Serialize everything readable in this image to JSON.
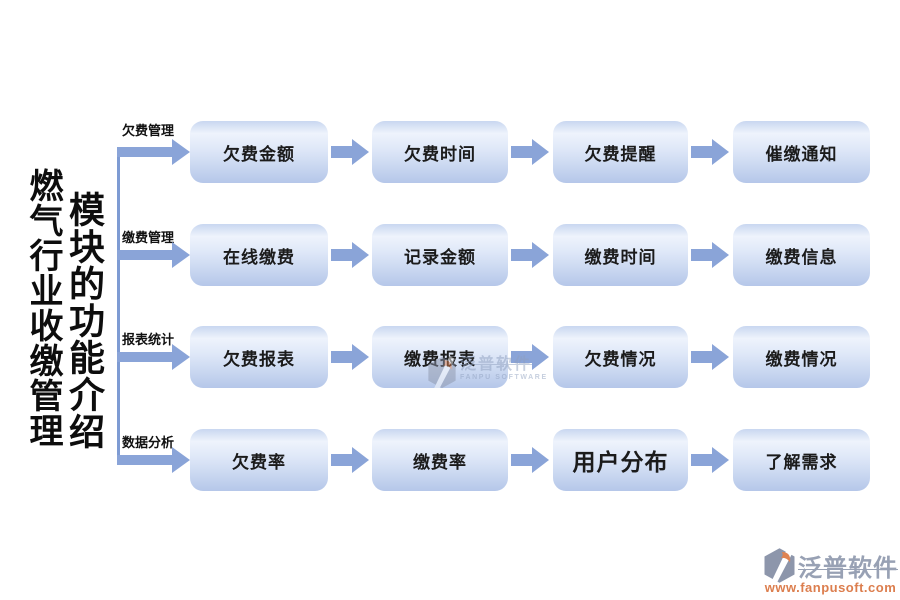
{
  "diagram_title": {
    "line1": "燃气行业收缴管理",
    "line2": "模块的功能介绍"
  },
  "branches": [
    {
      "label": "欠费管理",
      "steps": [
        "欠费金额",
        "欠费时间",
        "欠费提醒",
        "催缴通知"
      ]
    },
    {
      "label": "缴费管理",
      "steps": [
        "在线缴费",
        "记录金额",
        "缴费时间",
        "缴费信息"
      ]
    },
    {
      "label": "报表统计",
      "steps": [
        "欠费报表",
        "缴费报表",
        "欠费情况",
        "缴费情况"
      ]
    },
    {
      "label": "数据分析",
      "steps": [
        "欠费率",
        "缴费率",
        "用户分布",
        "了解需求"
      ]
    }
  ],
  "watermark_center": {
    "brand": "泛普软件",
    "subtitle": "FANPU SOFTWARE"
  },
  "watermark_corner": {
    "brand": "泛普软件",
    "url": "www.fanpusoft.com"
  },
  "icons": {
    "logo": "fanpu-hexagon-logo"
  },
  "colors": {
    "arrow": "#8aa4d8",
    "connector": "#7e9bd3",
    "box_gradient_top": "#c9d7f0",
    "box_gradient_light": "#eef3fc",
    "box_gradient_bottom": "#b5c7e9",
    "box_text": "#1b1b1b",
    "watermark_gray": "#98a1b4",
    "watermark_blue": "#8fa0bf",
    "watermark_orange": "#dc7e4e",
    "logo_gray": "#8d96ab",
    "logo_orange": "#df8352"
  }
}
